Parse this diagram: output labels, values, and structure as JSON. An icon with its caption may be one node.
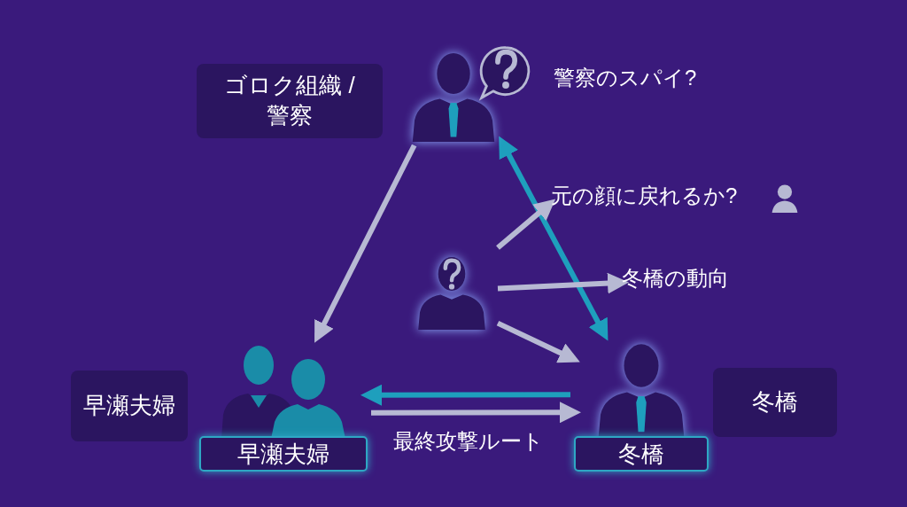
{
  "diagram": {
    "nodes": [
      {
        "text": [
          "ゴロク組織 / 警察"
        ]
      },
      {
        "text": [],
        "shape": "person",
        "beside": [
          "警察のスパイ?"
        ]
      },
      {
        "text": [],
        "shape": "person"
      },
      {
        "text": [
          "元の顔に戻れるか?"
        ]
      },
      {
        "text": [
          "冬橋の動向"
        ]
      },
      {
        "text": [
          "早瀬夫婦"
        ]
      },
      {
        "text": [
          "早瀬夫婦"
        ]
      },
      {
        "text": [
          "冬橋"
        ]
      },
      {
        "text": [
          "冬橋"
        ]
      }
    ],
    "edges": [
      {
        "from": 1,
        "to": 5,
        "arrow": "to"
      },
      {
        "from": 7,
        "to": 1,
        "arrow": "both",
        "color": "#1e9fbd"
      },
      {
        "from": 2,
        "to": 3,
        "arrow": "to"
      },
      {
        "from": 2,
        "to": 4,
        "arrow": "to"
      },
      {
        "from": 2,
        "to": 7,
        "arrow": "to"
      },
      {
        "from": 7,
        "to": 5,
        "arrow": "to",
        "color": "#1e9fbd"
      },
      {
        "from": 5,
        "to": 7,
        "arrow": "to",
        "label": "最終攻撃ルート"
      }
    ]
  }
}
